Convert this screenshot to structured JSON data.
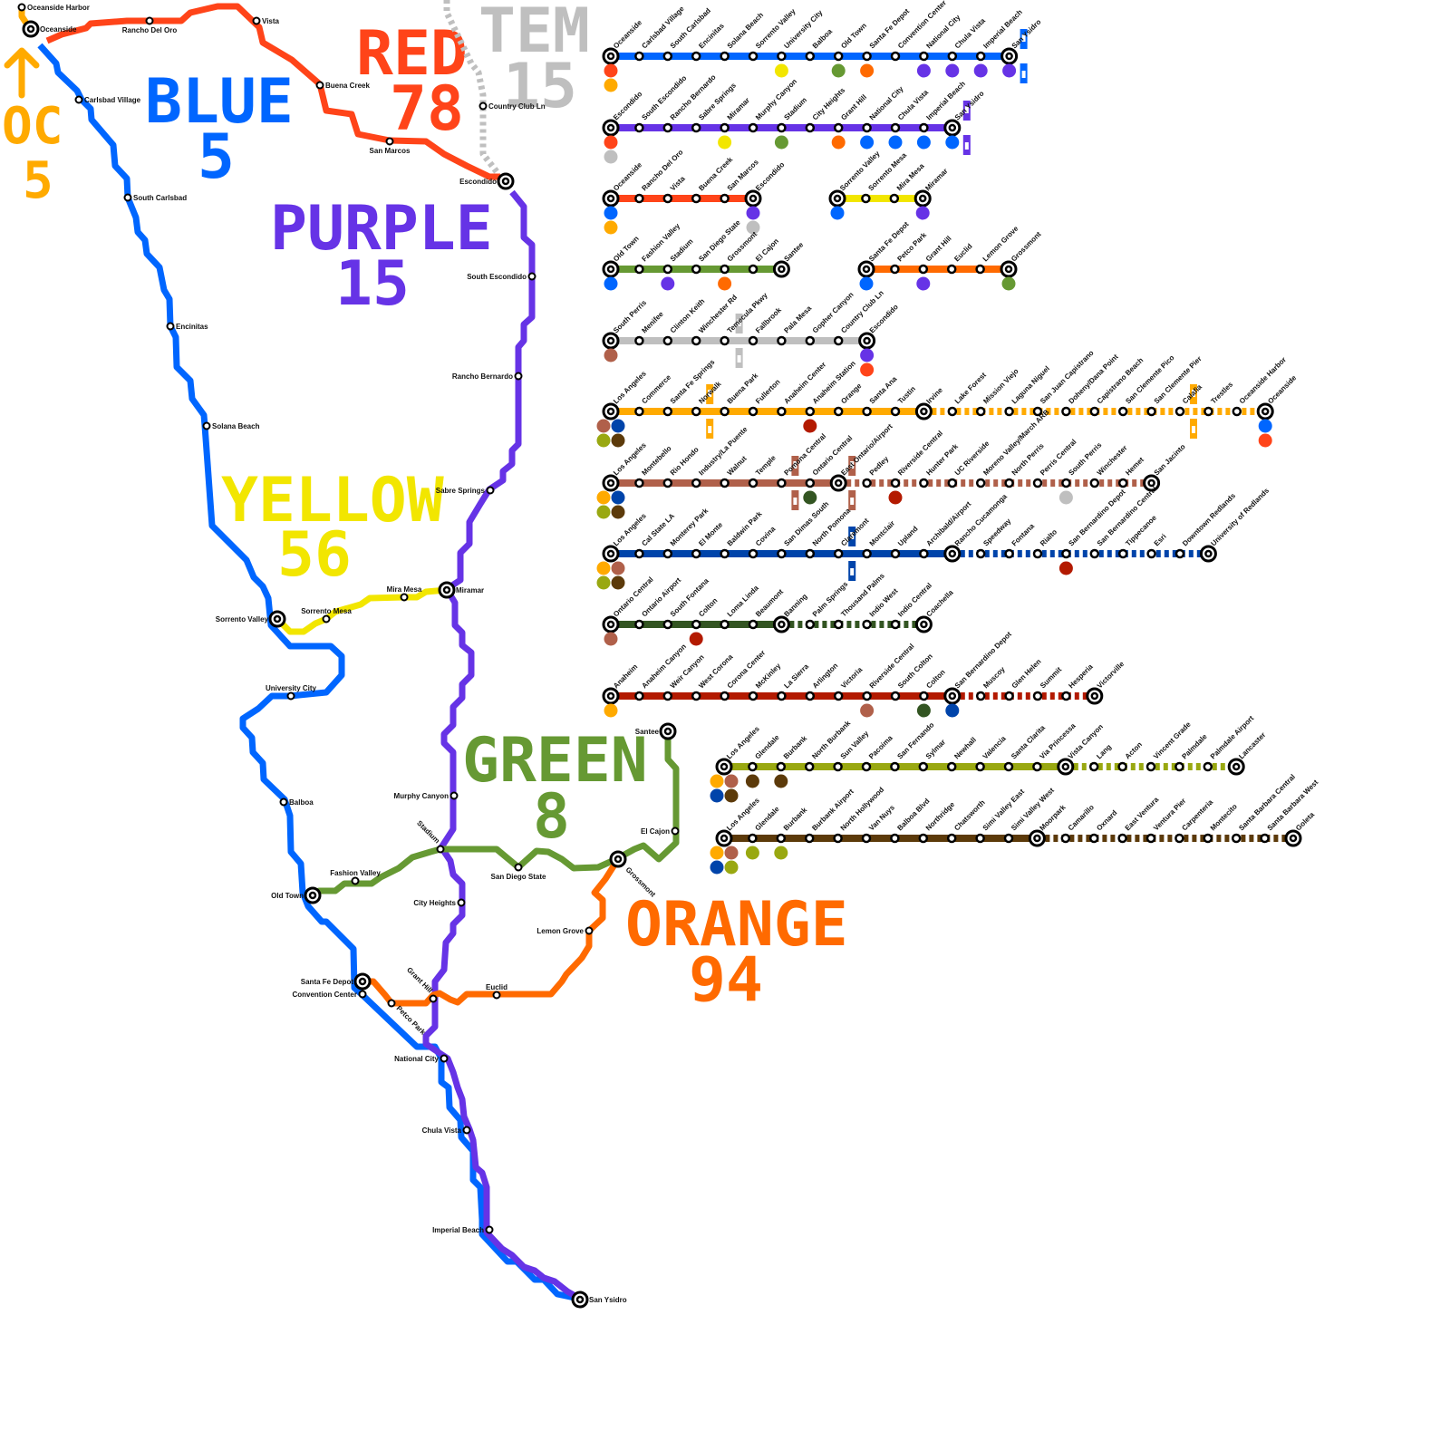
{
  "title": "San Diego / Southern California Transit Map",
  "colors": {
    "blue": "#0066ff",
    "purple": "#6633e6",
    "red": "#ff4419",
    "yellow": "#f2e600",
    "green": "#669933",
    "orange": "#ff6a00",
    "temecula": "#bfbfbf",
    "oc": "#ffaa00",
    "inland": "#b0604a",
    "foothill": "#0044aa",
    "desert": "#335522",
    "riverside": "#b31a00",
    "antelope": "#99a811",
    "ventura": "#5c3a0a"
  },
  "map_titles": [
    {
      "id": "blue",
      "name": "BLUE",
      "number": "5"
    },
    {
      "id": "red",
      "name": "RED",
      "number": "78"
    },
    {
      "id": "temecula",
      "name": "TEM",
      "number": "15"
    },
    {
      "id": "oc",
      "name": "OC",
      "number": "5"
    },
    {
      "id": "purple",
      "name": "PURPLE",
      "number": "15"
    },
    {
      "id": "yellow",
      "name": "YELLOW",
      "number": "56"
    },
    {
      "id": "green",
      "name": "GREEN",
      "number": "8"
    },
    {
      "id": "orange",
      "name": "ORANGE",
      "number": "94"
    }
  ],
  "map_stations": [
    {
      "name": "Oceanside Harbor"
    },
    {
      "name": "Oceanside"
    },
    {
      "name": "Rancho Del Oro"
    },
    {
      "name": "Vista"
    },
    {
      "name": "Carlsbad Village"
    },
    {
      "name": "Buena Creek"
    },
    {
      "name": "Country Club Ln"
    },
    {
      "name": "San Marcos"
    },
    {
      "name": "Escondido"
    },
    {
      "name": "South Carlsbad"
    },
    {
      "name": "South Escondido"
    },
    {
      "name": "Encinitas"
    },
    {
      "name": "Rancho Bernardo"
    },
    {
      "name": "Solana Beach"
    },
    {
      "name": "Sabre Springs"
    },
    {
      "name": "Mira Mesa"
    },
    {
      "name": "Miramar"
    },
    {
      "name": "Sorrento Valley"
    },
    {
      "name": "Sorrento Mesa"
    },
    {
      "name": "University City"
    },
    {
      "name": "Santee"
    },
    {
      "name": "Murphy Canyon"
    },
    {
      "name": "Balboa"
    },
    {
      "name": "Stadium"
    },
    {
      "name": "El Cajon"
    },
    {
      "name": "Fashion Valley"
    },
    {
      "name": "San Diego State"
    },
    {
      "name": "Grossmont"
    },
    {
      "name": "Old Town"
    },
    {
      "name": "City Heights"
    },
    {
      "name": "Lemon Grove"
    },
    {
      "name": "Santa Fe Depot"
    },
    {
      "name": "Convention Center"
    },
    {
      "name": "Grant Hill"
    },
    {
      "name": "Euclid"
    },
    {
      "name": "Petco Park"
    },
    {
      "name": "National City"
    },
    {
      "name": "Chula Vista"
    },
    {
      "name": "Imperial Beach"
    },
    {
      "name": "San Ysidro"
    }
  ],
  "strip_lines": [
    {
      "color": "blue",
      "stations": [
        "Oceanside",
        "Carlsbad Village",
        "South Carlsbad",
        "Encinitas",
        "Solana Beach",
        "Sorrento Valley",
        "University City",
        "Balboa",
        "Old Town",
        "Santa Fe Depot",
        "Convention Center",
        "National City",
        "Chula Vista",
        "Imperial Beach",
        "San Ysidro"
      ],
      "termini": [
        0,
        14
      ],
      "dashed_from": null,
      "transfers": {
        "0": [
          "red",
          "oc"
        ],
        "6": [
          "yellow"
        ],
        "8": [
          "green"
        ],
        "9": [
          "orange"
        ],
        "11": [
          "purple"
        ],
        "12": [
          "purple"
        ],
        "13": [
          "purple"
        ],
        "14": [
          "purple"
        ]
      },
      "border_after": 14
    },
    {
      "color": "purple",
      "stations": [
        "Escondido",
        "South Escondido",
        "Rancho Bernardo",
        "Sabre Springs",
        "Miramar",
        "Murphy Canyon",
        "Stadium",
        "City Heights",
        "Grant Hill",
        "National City",
        "Chula Vista",
        "Imperial Beach",
        "San Ysidro"
      ],
      "termini": [
        0,
        12
      ],
      "dashed_from": null,
      "transfers": {
        "0": [
          "red",
          "temecula"
        ],
        "4": [
          "yellow"
        ],
        "6": [
          "green"
        ],
        "8": [
          "orange"
        ],
        "9": [
          "blue"
        ],
        "10": [
          "blue"
        ],
        "11": [
          "blue"
        ],
        "12": [
          "blue"
        ]
      },
      "border_after": 12
    },
    {
      "color": "red",
      "stations": [
        "Oceanside",
        "Rancho Del Oro",
        "Vista",
        "Buena Creek",
        "San Marcos",
        "Escondido"
      ],
      "termini": [
        0,
        5
      ],
      "dashed_from": null,
      "transfers": {
        "0": [
          "blue",
          "oc"
        ],
        "5": [
          "purple",
          "temecula"
        ]
      }
    },
    {
      "color": "yellow",
      "stations": [
        "Sorrento Valley",
        "Sorrento Mesa",
        "Mira Mesa",
        "Miramar"
      ],
      "termini": [
        0,
        3
      ],
      "dashed_from": null,
      "transfers": {
        "0": [
          "blue"
        ],
        "3": [
          "purple"
        ]
      }
    },
    {
      "color": "green",
      "stations": [
        "Old Town",
        "Fashion Valley",
        "Stadium",
        "San Diego State",
        "Grossmont",
        "El Cajon",
        "Santee"
      ],
      "termini": [
        0,
        6
      ],
      "dashed_from": null,
      "transfers": {
        "0": [
          "blue"
        ],
        "2": [
          "purple"
        ],
        "4": [
          "orange"
        ]
      }
    },
    {
      "color": "orange",
      "stations": [
        "Santa Fe Depot",
        "Petco Park",
        "Grant Hill",
        "Euclid",
        "Lemon Grove",
        "Grossmont"
      ],
      "termini": [
        0,
        5
      ],
      "dashed_from": null,
      "transfers": {
        "0": [
          "blue"
        ],
        "2": [
          "purple"
        ],
        "5": [
          "green"
        ]
      }
    },
    {
      "color": "temecula",
      "stations": [
        "South Perris",
        "Menifee",
        "Clinton Keith",
        "Winchester Rd",
        "Temecula Pkwy",
        "Fallbrook",
        "Pala Mesa",
        "Gopher Canyon",
        "Country Club Ln",
        "Escondido"
      ],
      "termini": [
        0,
        9
      ],
      "dashed_from": null,
      "transfers": {
        "0": [
          "inland"
        ],
        "9": [
          "purple",
          "red"
        ]
      },
      "border_after": 4
    },
    {
      "color": "oc",
      "stations": [
        "Los Angeles",
        "Commerce",
        "Santa Fe Springs",
        "Norwalk",
        "Buena Park",
        "Fullerton",
        "Anaheim Center",
        "Anaheim Station",
        "Orange",
        "Santa Ana",
        "Tustin",
        "Irvine",
        "Lake Forest",
        "Mission Viejo",
        "Laguna Niguel",
        "San Juan Capistrano",
        "Doheny/Dana Point",
        "Capistrano Beach",
        "San Clemente Pico",
        "San Clemente Pier",
        "Calafia",
        "Trestles",
        "Oceanside Harbor",
        "Oceanside"
      ],
      "termini": [
        0,
        11,
        23
      ],
      "dashed_from": 11,
      "transfers": {
        "0": [
          "inland",
          "foothill",
          "antelope",
          "ventura"
        ],
        "7": [
          "riverside"
        ],
        "23": [
          "blue",
          "red"
        ]
      },
      "borders": [
        3,
        20
      ]
    },
    {
      "color": "inland",
      "stations": [
        "Los Angeles",
        "Montebello",
        "Rio Hondo",
        "Industry/La Puente",
        "Walnut",
        "Temple",
        "Pomona Central",
        "Ontario Central",
        "East Ontario/Airport",
        "Pedley",
        "Riverside Central",
        "Hunter Park",
        "UC Riverside",
        "Moreno Valley/March ARB",
        "North Perris",
        "Perris Central",
        "South Perris",
        "Winchester",
        "Hemet",
        "San Jacinto"
      ],
      "termini": [
        0,
        8,
        19
      ],
      "dashed_from": 8,
      "transfers": {
        "0": [
          "oc",
          "foothill",
          "antelope",
          "ventura"
        ],
        "7": [
          "desert"
        ],
        "10": [
          "riverside"
        ],
        "16": [
          "temecula"
        ]
      },
      "borders": [
        6,
        8
      ]
    },
    {
      "color": "foothill",
      "stations": [
        "Los Angeles",
        "Cal State LA",
        "Monterey Park",
        "El Monte",
        "Baldwin Park",
        "Covina",
        "San Dimas South",
        "North Pomona",
        "Claremont",
        "Montclair",
        "Upland",
        "Archibald/Airport",
        "Rancho Cucamonga",
        "Speedway",
        "Fontana",
        "Rialto",
        "San Bernardino Depot",
        "San Bernardino Central",
        "Tippecanoe",
        "Esri",
        "Downtown Redlands",
        "University of Redlands"
      ],
      "termini": [
        0,
        12,
        21
      ],
      "dashed_from": 12,
      "transfers": {
        "0": [
          "oc",
          "inland",
          "antelope",
          "ventura"
        ],
        "16": [
          "riverside"
        ]
      },
      "borders": [
        8
      ]
    },
    {
      "color": "desert",
      "stations": [
        "Ontario Central",
        "Ontario Airport",
        "South Fontana",
        "Colton",
        "Loma Linda",
        "Beaumont",
        "Banning",
        "Palm Springs",
        "Thousand Palms",
        "Indio West",
        "Indio Central",
        "Coachella"
      ],
      "termini": [
        0,
        6,
        11
      ],
      "dashed_from": 6,
      "transfers": {
        "0": [
          "inland"
        ],
        "3": [
          "riverside"
        ]
      }
    },
    {
      "color": "riverside",
      "stations": [
        "Anaheim",
        "Anaheim Canyon",
        "Weir Canyon",
        "West Corona",
        "Corona Center",
        "McKinley",
        "La Sierra",
        "Arlington",
        "Victoria",
        "Riverside Central",
        "South Colton",
        "Colton",
        "San Bernardino Depot",
        "Muscoy",
        "Glen Helen",
        "Summit",
        "Hesperia",
        "Victorville"
      ],
      "termini": [
        0,
        12,
        17
      ],
      "dashed_from": 12,
      "transfers": {
        "0": [
          "oc"
        ],
        "9": [
          "inland"
        ],
        "11": [
          "desert"
        ],
        "12": [
          "foothill"
        ]
      }
    },
    {
      "color": "antelope",
      "stations": [
        "Los Angeles",
        "Glendale",
        "Burbank",
        "North Burbank",
        "Sun Valley",
        "Pacoima",
        "San Fernando",
        "Sylmar",
        "Newhall",
        "Valencia",
        "Santa Clarita",
        "Via Princessa",
        "Vista Canyon",
        "Lang",
        "Acton",
        "Vincent Grade",
        "Palmdale",
        "Palmdale Airport",
        "Lancaster"
      ],
      "termini": [
        0,
        12,
        18
      ],
      "dashed_from": 12,
      "transfers": {
        "0": [
          "oc",
          "inland",
          "foothill",
          "ventura"
        ],
        "1": [
          "ventura"
        ],
        "2": [
          "ventura"
        ]
      }
    },
    {
      "color": "ventura",
      "stations": [
        "Los Angeles",
        "Glendale",
        "Burbank",
        "Burbank Airport",
        "North Hollywood",
        "Van Nuys",
        "Balboa Blvd",
        "Northridge",
        "Chatsworth",
        "Simi Valley East",
        "Simi Valley West",
        "Moorpark",
        "Camarillo",
        "Oxnard",
        "East Ventura",
        "Ventura Pier",
        "Carpenteria",
        "Montecito",
        "Santa Barbara Central",
        "Santa Barbara West",
        "Goleta"
      ],
      "termini": [
        0,
        11,
        20
      ],
      "dashed_from": 11,
      "transfers": {
        "0": [
          "oc",
          "inland",
          "foothill",
          "antelope"
        ],
        "1": [
          "antelope"
        ],
        "2": [
          "antelope"
        ]
      }
    }
  ]
}
